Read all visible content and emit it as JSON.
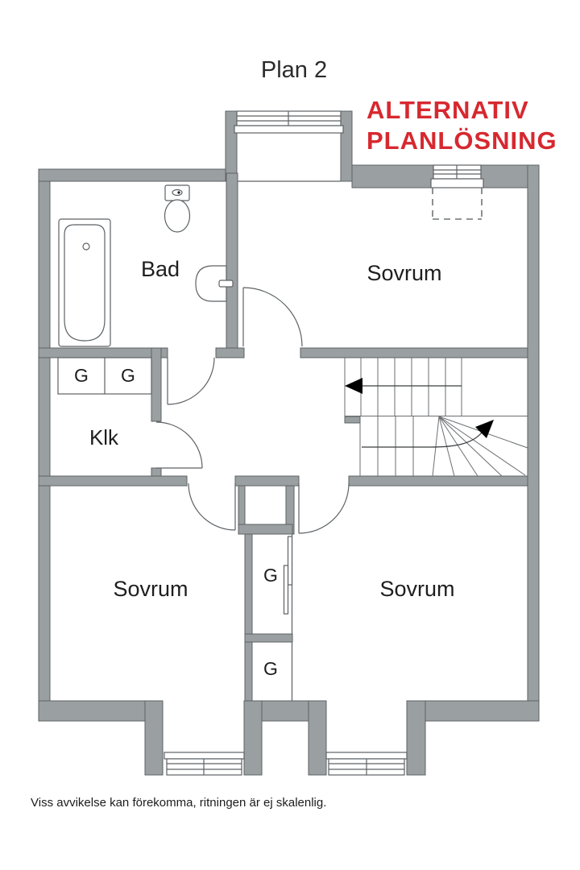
{
  "header": {
    "title": "Plan 2",
    "alt_lines": [
      "ALTERNATIV",
      "PLANLÖSNING"
    ]
  },
  "rooms": {
    "bathroom": "Bad",
    "bedroom_top": "Sovrum",
    "closet": "Klk",
    "bedroom_left": "Sovrum",
    "bedroom_right": "Sovrum"
  },
  "wardrobes": {
    "closet_g1": "G",
    "closet_g2": "G",
    "column_g1": "G",
    "column_g2": "G"
  },
  "footer": {
    "disclaimer": "Viss avvikelse kan förekomma, ritningen är ej skalenlig."
  },
  "colors": {
    "wall": "#9aa0a1",
    "line": "#5d6265",
    "accent_red": "#d7282f",
    "title_text": "#2b2b2b"
  }
}
